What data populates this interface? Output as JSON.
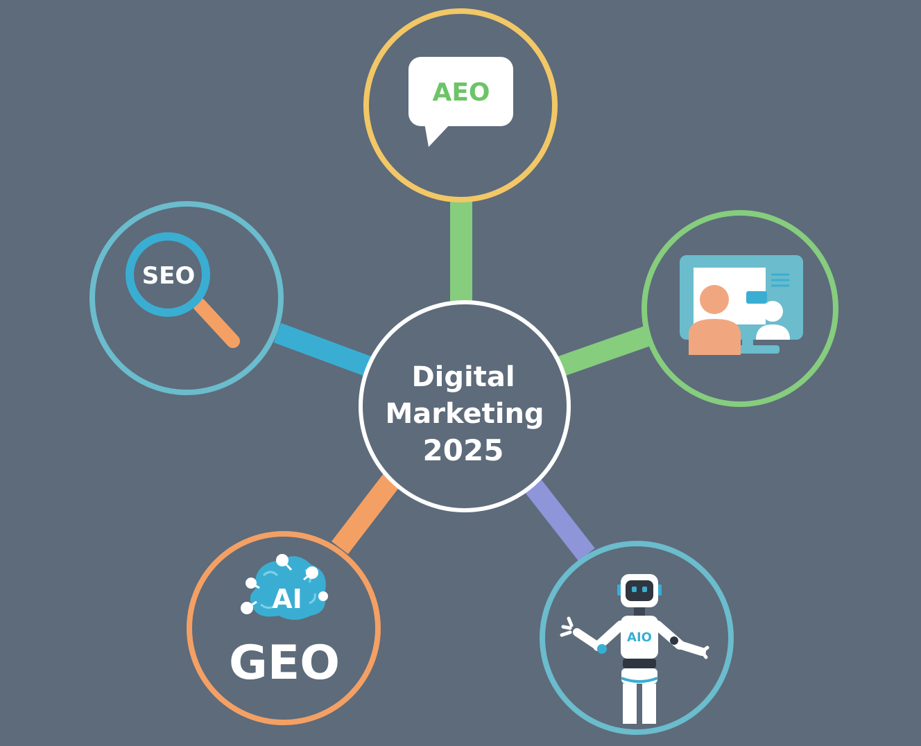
{
  "colors": {
    "background": "#5d6b7b",
    "yellow": "#f2c766",
    "green": "#86cd7e",
    "teal": "#6bbccc",
    "blue": "#3aaed2",
    "orange": "#f4a064",
    "purple": "#8e95d8",
    "white": "#ffffff"
  },
  "center": {
    "lines": [
      "Digital",
      "Marketing",
      "2025"
    ]
  },
  "nodes": {
    "aeo": {
      "label": "AEO",
      "icon": "speech-bubble-icon"
    },
    "seo": {
      "label": "SEO",
      "icon": "magnifying-glass-icon"
    },
    "video": {
      "icon": "video-call-monitor-icon"
    },
    "geo": {
      "badge": "AI",
      "label": "GEO",
      "icon": "ai-brain-icon"
    },
    "aio": {
      "label": "AIO",
      "icon": "robot-icon"
    }
  }
}
